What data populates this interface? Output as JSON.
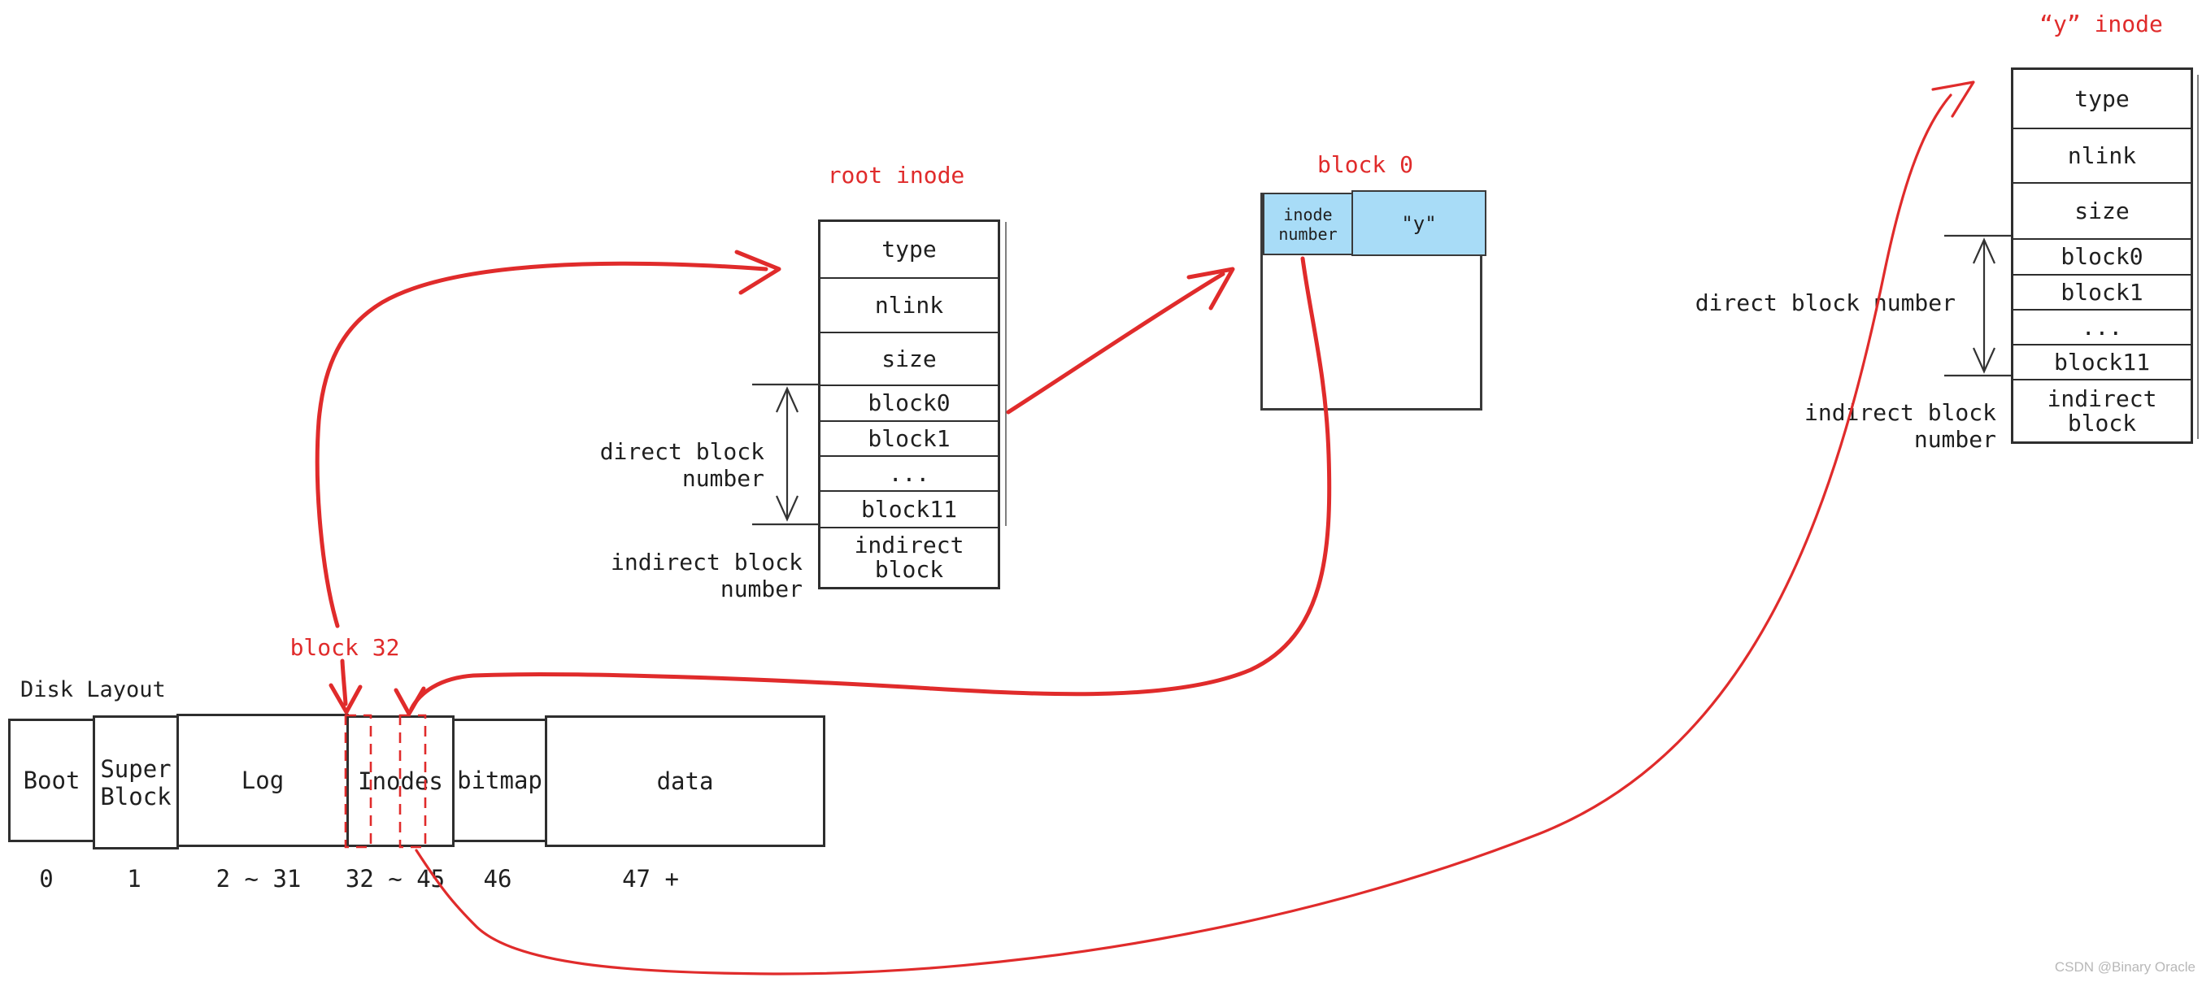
{
  "colors": {
    "red_accent": "#e02b2b",
    "blue_fill": "#a8dcf7",
    "line_dark": "#2e2e2e",
    "watermark_gray": "#b8b8b8"
  },
  "labels": {
    "root_inode_title": "root inode",
    "block0_title": "block 0",
    "y_inode_title": "“y” inode",
    "block32_pointer": "block 32",
    "disk_layout_title": "Disk Layout",
    "direct_block_left": "direct block number",
    "indirect_block_left": "indirect block number",
    "direct_block_right": "direct block number",
    "indirect_block_right": "indirect block number",
    "watermark": "CSDN @Binary Oracle"
  },
  "root_inode_table": {
    "rows": [
      "type",
      "nlink",
      "size",
      "block0",
      "block1",
      "...",
      "block11",
      "indirect block"
    ]
  },
  "y_inode_table": {
    "rows": [
      "type",
      "nlink",
      "size",
      "block0",
      "block1",
      "...",
      "block11",
      "indirect block"
    ]
  },
  "block0_table": {
    "dir_entry": {
      "inode_number": "inode number",
      "name": "\"y\""
    }
  },
  "disk_table": {
    "sections": [
      {
        "label": "Boot",
        "range": "0"
      },
      {
        "label": "Super Block",
        "range": "1"
      },
      {
        "label": "Log",
        "range": "2 ~ 31"
      },
      {
        "label": "Inodes",
        "range": "32 ~ 45"
      },
      {
        "label": "bitmap",
        "range": "46"
      },
      {
        "label": "data",
        "range": "47 +"
      }
    ]
  }
}
